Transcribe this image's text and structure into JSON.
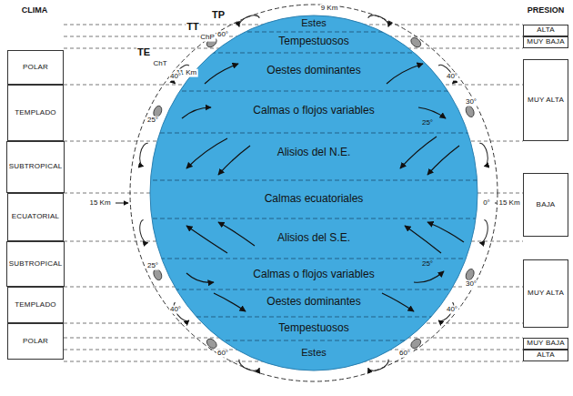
{
  "diagram": {
    "nodes": [
      {
        "text": [
          "POLAR"
        ]
      },
      {
        "text": [
          "TEMPLADO"
        ]
      },
      {
        "text": [
          "SUBTROPICAL"
        ]
      },
      {
        "text": [
          "ECUATORIAL"
        ]
      },
      {
        "text": [
          "SUBTROPICAL"
        ]
      },
      {
        "text": [
          "TEMPLADO"
        ]
      },
      {
        "text": [
          "POLAR"
        ]
      },
      {
        "text": [
          "ALTA"
        ]
      },
      {
        "text": [
          "MUY BAJA"
        ]
      },
      {
        "text": [
          "MUY ALTA"
        ]
      },
      {
        "text": [
          "BAJA"
        ]
      },
      {
        "text": [
          "MUY ALTA"
        ]
      },
      {
        "text": [
          "MUY BAJA"
        ]
      },
      {
        "text": [
          "ALTA"
        ]
      }
    ],
    "labels": [
      "CLIMA",
      "PRESION",
      "Estes",
      "Tempestuosos",
      "Oestes dominantes",
      "Calmas o flojos variables",
      "Alisios del N.E.",
      "Calmas ecuatoriales",
      "Alisios del S.E.",
      "Calmas o flojos variables",
      "Oestes dominantes",
      "Tempestuosos",
      "Estes",
      "9 Km",
      "TP",
      "TT",
      "ChP",
      "TE",
      "ChT",
      "11 Km",
      "15 Km",
      "15 Km",
      "0°",
      "60°",
      "40°",
      "25°",
      "40°",
      "30°",
      "25°",
      "25°",
      "25°",
      "30°",
      "40°",
      "40°",
      "60°",
      "60°"
    ]
  }
}
